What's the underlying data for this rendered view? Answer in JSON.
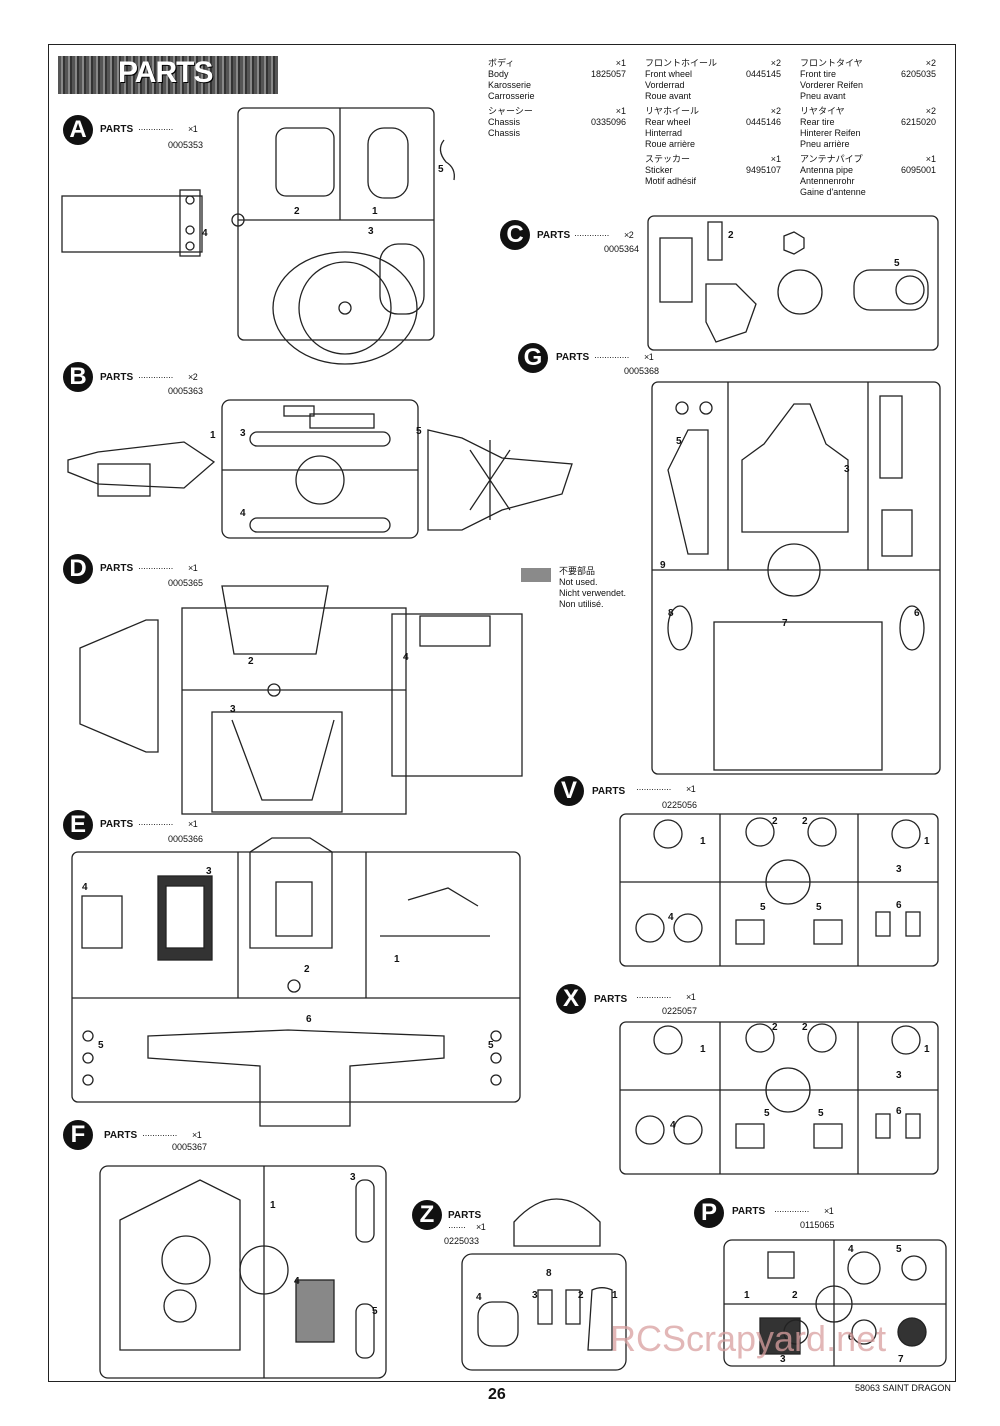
{
  "header": {
    "title": "PARTS"
  },
  "parts_list": [
    {
      "jp": "ボディ",
      "qty": "×1",
      "names": [
        "Body",
        "Karosserie",
        "Carrosserie"
      ],
      "code": "1825057"
    },
    {
      "jp": "シャーシー",
      "qty": "×1",
      "names": [
        "Chassis",
        "Chassis"
      ],
      "code": "0335096"
    },
    {
      "jp": "フロントホイール",
      "qty": "×2",
      "names": [
        "Front wheel",
        "Vorderrad",
        "Roue avant"
      ],
      "code": "0445145"
    },
    {
      "jp": "リヤホイール",
      "qty": "×2",
      "names": [
        "Rear wheel",
        "Hinterrad",
        "Roue arrière"
      ],
      "code": "0445146"
    },
    {
      "jp": "ステッカー",
      "qty": "×1",
      "names": [
        "Sticker",
        "Motif adhésif"
      ],
      "code": "9495107"
    },
    {
      "jp": "フロントタイヤ",
      "qty": "×2",
      "names": [
        "Front tire",
        "Vorderer Reifen",
        "Pneu avant"
      ],
      "code": "6205035"
    },
    {
      "jp": "リヤタイヤ",
      "qty": "×2",
      "names": [
        "Rear tire",
        "Hinterer Reifen",
        "Pneu arrière"
      ],
      "code": "6215020"
    },
    {
      "jp": "アンテナパイプ",
      "qty": "×1",
      "names": [
        "Antenna pipe",
        "Antennenrohr",
        "Gaine d'antenne"
      ],
      "code": "6095001"
    }
  ],
  "trees": {
    "A": {
      "letter": "A",
      "label": "PARTS",
      "dots": "··············",
      "qty": "×1",
      "code": "0005353"
    },
    "B": {
      "letter": "B",
      "label": "PARTS",
      "dots": "··············",
      "qty": "×2",
      "code": "0005363"
    },
    "C": {
      "letter": "C",
      "label": "PARTS",
      "dots": "··············",
      "qty": "×2",
      "code": "0005364"
    },
    "D": {
      "letter": "D",
      "label": "PARTS",
      "dots": "··············",
      "qty": "×1",
      "code": "0005365"
    },
    "E": {
      "letter": "E",
      "label": "PARTS",
      "dots": "··············",
      "qty": "×1",
      "code": "0005366"
    },
    "F": {
      "letter": "F",
      "label": "PARTS",
      "dots": "··············",
      "qty": "×1",
      "code": "0005367"
    },
    "G": {
      "letter": "G",
      "label": "PARTS",
      "dots": "··············",
      "qty": "×1",
      "code": "0005368"
    },
    "V": {
      "letter": "V",
      "label": "PARTS",
      "dots": "··············",
      "qty": "×1",
      "code": "0225056"
    },
    "X": {
      "letter": "X",
      "label": "PARTS",
      "dots": "··············",
      "qty": "×1",
      "code": "0225057"
    },
    "Z": {
      "letter": "Z",
      "label": "PARTS",
      "dots": "·······",
      "qty": "×1",
      "code": "0225033"
    },
    "P": {
      "letter": "P",
      "label": "PARTS",
      "dots": "··············",
      "qty": "×1",
      "code": "0115065"
    }
  },
  "legend": {
    "lines": [
      "不要部品",
      "Not used.",
      "Nicht verwendet.",
      "Non utilisé."
    ]
  },
  "numbers": {
    "n1": "1",
    "n2": "2",
    "n3": "3",
    "n4": "4",
    "n5": "5",
    "n6": "6",
    "n7": "7",
    "n8": "8",
    "n9": "9"
  },
  "footer": {
    "page": "26",
    "model": "58063 SAINT DRAGON"
  },
  "watermark": "RCScrapyard.net"
}
